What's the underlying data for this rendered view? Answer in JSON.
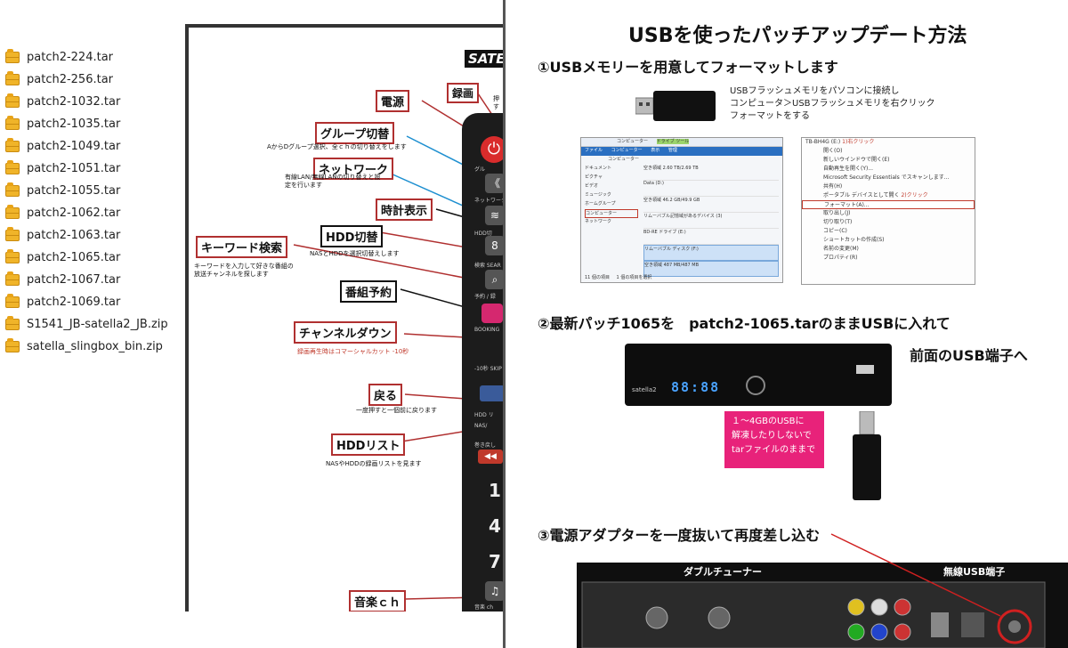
{
  "files": [
    {
      "name": "patch2-224.tar",
      "icon": "folder-icon"
    },
    {
      "name": "patch2-256.tar",
      "icon": "folder-icon"
    },
    {
      "name": "patch2-1032.tar",
      "icon": "folder-icon"
    },
    {
      "name": "patch2-1035.tar",
      "icon": "folder-icon"
    },
    {
      "name": "patch2-1049.tar",
      "icon": "folder-icon"
    },
    {
      "name": "patch2-1051.tar",
      "icon": "folder-icon"
    },
    {
      "name": "patch2-1055.tar",
      "icon": "folder-icon"
    },
    {
      "name": "patch2-1062.tar",
      "icon": "folder-icon"
    },
    {
      "name": "patch2-1063.tar",
      "icon": "folder-icon"
    },
    {
      "name": "patch2-1065.tar",
      "icon": "folder-icon"
    },
    {
      "name": "patch2-1067.tar",
      "icon": "folder-icon"
    },
    {
      "name": "patch2-1069.tar",
      "icon": "folder-icon"
    },
    {
      "name": "S1541_JB-satella2_JB.zip",
      "icon": "folder-icon"
    },
    {
      "name": "satella_slingbox_bin.zip",
      "icon": "folder-icon"
    }
  ],
  "remote_manual": {
    "brand_title": "SATE",
    "labels": {
      "power": "電源",
      "record": "録画",
      "group_switch": "グループ切替",
      "network": "ネットワーク",
      "clock": "時計表示",
      "hdd_switch": "HDD切替",
      "keyword_search": "キーワード検索",
      "booking": "番組予約",
      "channel_down": "チャンネルダウン",
      "back": "戻る",
      "hdd_list": "HDDリスト",
      "music": "音楽ｃｈ"
    },
    "notes": {
      "record_push": "押す",
      "group_switch": "AからDグループ選択、全ｃｈの切り替えをします",
      "network": "有線LAN/無線LANの切り替えと設定を行います",
      "hdd_switch": "NASとHDDを選択切替えします",
      "keyword_search": "キーワードを入力して好きな番組の放送チャンネルを探します",
      "channel_down": "録画再生時はコマーシャルカット -10秒",
      "back": "一度押すと一個前に戻ります",
      "hdd_list": "NASやHDDの録画リストを見ます"
    },
    "remote_buttons": {
      "power_sub": "グル",
      "network_sub": "ネットワーク NETWOR",
      "hdd_sub": "HDD切",
      "search_sub": "検索 SEAR",
      "booking_sub": "予約 / 録",
      "booking_en": "BOOKING",
      "skip_sub": "-10秒 SKIP",
      "hdd_list_sub": "HDD リ",
      "nas_sub": "NAS/",
      "rewind_sub": "巻き戻し",
      "music_sub": "音楽 ch",
      "digits": [
        "1",
        "4",
        "7"
      ]
    }
  },
  "usb_guide": {
    "title": "USBを使ったパッチアップデート方法",
    "step1": "①USBメモリーを用意してフォーマットします",
    "step1_desc": [
      "USBフラッシュメモリをパソコンに接続し",
      "コンピュータ＞USBフラッシュメモリを右クリック",
      "フォーマットをする"
    ],
    "explorer": {
      "tabs": [
        "コンピューター",
        "ドライブ ツール"
      ],
      "menu": [
        "ファイル",
        "コンピューター",
        "表示",
        "管理"
      ],
      "breadcrumb": "コンピューター",
      "side": [
        "ドキュメント",
        "ピクチャ",
        "ビデオ",
        "ミュージック",
        "ホームグループ",
        "コンピューター",
        "ネットワーク"
      ],
      "drives": [
        "空き領域 2.60 TB/2.69 TB",
        "Data (D:)",
        "空き領域 46.2 GB/49.9 GB",
        "リムーバブル記憶域があるデバイス (3)",
        "BD-RE ドライブ (E:)",
        "リムーバブル ディスク (F:)",
        "空き領域 487 MB/487 MB"
      ],
      "status": [
        "11 個の項目",
        "1 個の項目を選択"
      ]
    },
    "context_menu": {
      "drive_label": "TB-BH4G (E:)",
      "step_right_click": "1)右クリック",
      "items": [
        "開く(O)",
        "新しいウインドウで開く(E)",
        "自動再生を開く(Y)...",
        "Microsoft Security Essentials でスキャンします...",
        "共有(H)",
        "ポータブル デバイスとして開く",
        "フォーマット(A)...",
        "取り出し(J)",
        "切り取り(T)",
        "コピー(C)",
        "ショートカットの作成(S)",
        "名前の変更(M)",
        "プロパティ(R)"
      ],
      "step_click": "2)クリック"
    },
    "step2": "②最新パッチ1065を　patch2-1065.tarのままUSBに入れて",
    "step2b": "前面のUSB端子へ",
    "device_display": "88:88",
    "device_brand": "satella2",
    "callout": [
      "１～4GBのUSBに",
      "解凍したりしないで",
      "tarファイルのままで"
    ],
    "step3": "③電源アダプターを一度抜いて再度差し込む",
    "rear_labels": [
      "ダブルチューナー",
      "無線USB端子"
    ]
  }
}
